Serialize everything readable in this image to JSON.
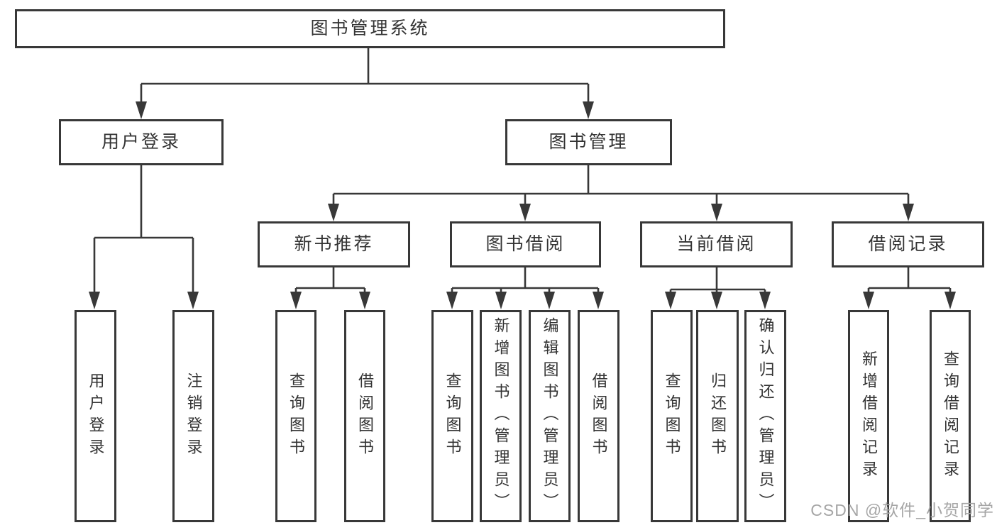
{
  "root": {
    "label": "图书管理系统"
  },
  "level2": {
    "user_login": "用户登录",
    "book_mgmt": "图书管理"
  },
  "level3": {
    "recommend": "新书推荐",
    "borrow": "图书借阅",
    "current": "当前借阅",
    "records": "借阅记录"
  },
  "leaves": {
    "login": [
      "用户登录",
      "注销登录"
    ],
    "recommend": [
      "查询图书",
      "借阅图书"
    ],
    "borrow": [
      "查询图书",
      "新增图书（管理员）",
      "编辑图书（管理员）",
      "借阅图书"
    ],
    "current": [
      "查询图书",
      "归还图书",
      "确认归还（管理员）"
    ],
    "records": [
      "新增借阅记录",
      "查询借阅记录"
    ]
  },
  "watermark": "CSDN @软件_小贺同学",
  "colors": {
    "line": "#383838",
    "text": "#333333",
    "background": "#ffffff",
    "watermark": "#a6a6a6"
  }
}
